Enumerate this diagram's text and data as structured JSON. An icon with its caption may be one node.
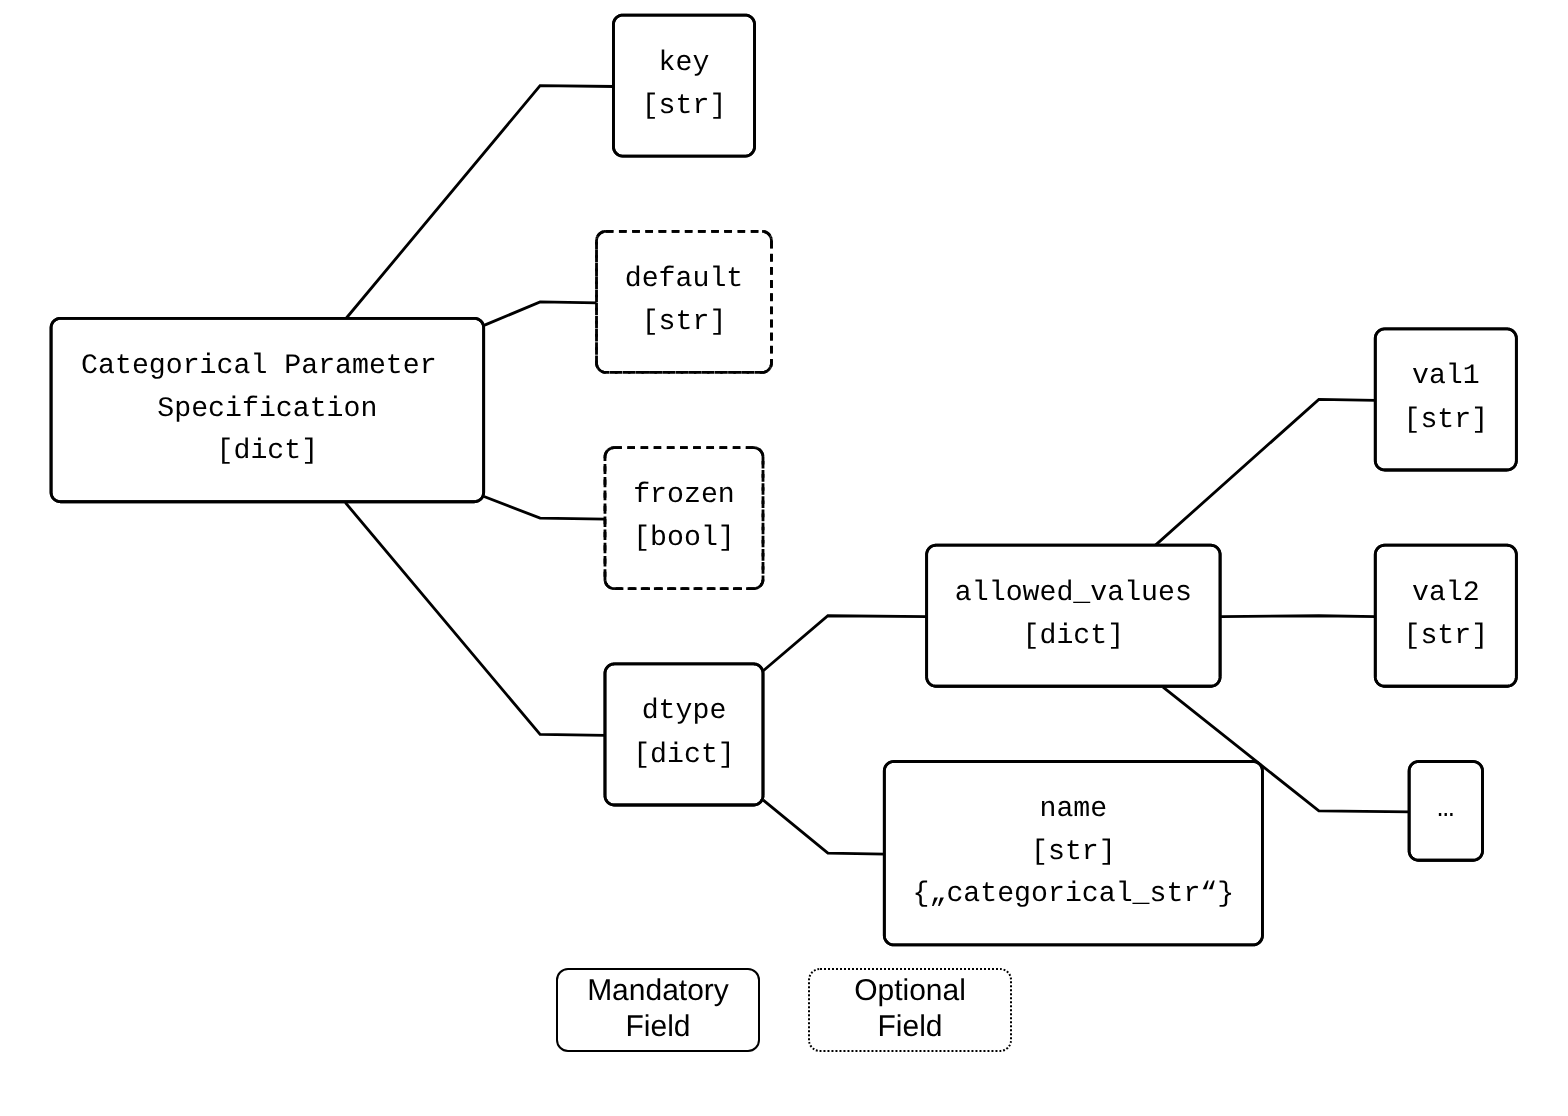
{
  "diagram": {
    "nodes": [
      {
        "text": [
          "Categorical Parameter Specification",
          "[dict]"
        ]
      },
      {
        "text": [
          "key",
          "[str]"
        ]
      },
      {
        "text": [
          "default",
          "[str]"
        ]
      },
      {
        "text": [
          "frozen",
          "[bool]"
        ]
      },
      {
        "text": [
          "dtype",
          "[dict]"
        ]
      },
      {
        "text": [
          "name",
          "[str]",
          "{„categorical_str“}"
        ]
      },
      {
        "text": [
          "allowed_values",
          "[dict]"
        ]
      },
      {
        "text": [
          "val1",
          "[str]"
        ]
      },
      {
        "text": [
          "val2",
          "[str]"
        ]
      },
      {
        "text": [
          "…"
        ]
      }
    ],
    "edges": [
      {
        "from": 0,
        "to": 1,
        "arrow": "none"
      },
      {
        "from": 0,
        "to": 2,
        "arrow": "none"
      },
      {
        "from": 0,
        "to": 3,
        "arrow": "none"
      },
      {
        "from": 0,
        "to": 4,
        "arrow": "none"
      },
      {
        "from": 4,
        "to": 5,
        "arrow": "none"
      },
      {
        "from": 4,
        "to": 6,
        "arrow": "none"
      },
      {
        "from": 6,
        "to": 7,
        "arrow": "none"
      },
      {
        "from": 6,
        "to": 8,
        "arrow": "none"
      },
      {
        "from": 6,
        "to": 9,
        "arrow": "none"
      }
    ],
    "legend": [
      {
        "text": "Mandatory Field"
      },
      {
        "text": "Optional Field"
      }
    ]
  }
}
